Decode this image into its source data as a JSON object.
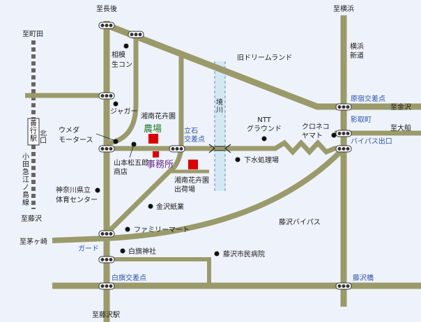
{
  "map": {
    "directions": {
      "to_chogo": "至長後",
      "to_yokohama": "至横浜",
      "to_machida": "至町田",
      "to_kanazawa": "至金沢",
      "to_ofuna": "至大船",
      "to_fujisawa_left": "至藤沢",
      "to_chigasaki": "至茅ヶ崎",
      "to_fujisawa_station": "至藤沢駅"
    },
    "landmarks": {
      "sagami_namacon": "相模\n生コン",
      "jaguar": "ジャガー",
      "umeda_motors": "ウメダ\nモータース",
      "yamamoto_shoten": "山本松五郎\n商店",
      "kanagawa_gym": "神奈川県立\n体育センター",
      "kanesawa_shiki": "金沢紙業",
      "family_mart": "ファミリーマート",
      "shirahata_jinja": "白旗神社",
      "fujisawa_hospital": "藤沢市民病院",
      "sewage": "下水処理場",
      "ntt_ground": "NTT\nグラウンド",
      "kuroneko": "クロネコ\nヤマト",
      "old_dreamland": "旧ドリームランド",
      "shonan_kaki": "湘南花卉園",
      "shonan_shukka": "湘南花卉園\n出荷場"
    },
    "roads": {
      "yokohama_shindo": "横浜\n新道",
      "fujisawa_bypass": "藤沢バイパス",
      "river": "境川",
      "station": "善行駅",
      "kitaguchi": "北口",
      "odakyu_line": "小田急江ノ島線"
    },
    "intersections": {
      "harajuku": "原宿交差点",
      "kageto": "影取町",
      "bypass_exit": "バイパス出口",
      "tateishi": "立石\n交差点",
      "guard": "ガード",
      "shirahata_kosaten": "白旗交差点",
      "fujisawa_bashi": "藤沢橋"
    },
    "highlights": {
      "farm": "農場",
      "office": "事務所"
    },
    "colors": {
      "road": "#9b9a6a",
      "target": "#dd0000",
      "river": "#d2e9f5",
      "background": "#eef3fb",
      "blue_label": "#2a50b0",
      "farm_label": "#1f7a1f",
      "office_label": "#6b2c8a"
    }
  }
}
